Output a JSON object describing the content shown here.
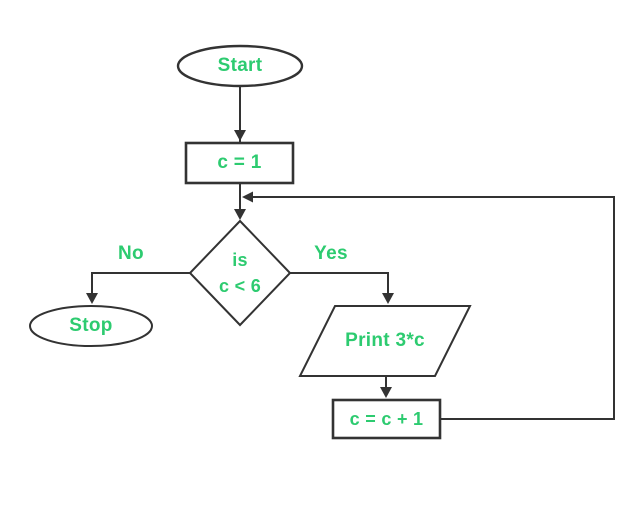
{
  "diagram": {
    "type": "flowchart",
    "colors": {
      "background": "#ffffff",
      "line": "#333333",
      "text": "#2dcb70"
    },
    "nodes": {
      "start": {
        "label": "Start",
        "shape": "ellipse"
      },
      "init": {
        "label": "c = 1",
        "shape": "rectangle"
      },
      "decision": {
        "line1": "is",
        "line2": "c < 6",
        "shape": "diamond"
      },
      "stop": {
        "label": "Stop",
        "shape": "ellipse"
      },
      "print": {
        "label": "Print 3*c",
        "shape": "parallelogram"
      },
      "increment": {
        "label": "c = c + 1",
        "shape": "rectangle"
      }
    },
    "edges": {
      "no": {
        "label": "No"
      },
      "yes": {
        "label": "Yes"
      }
    }
  }
}
